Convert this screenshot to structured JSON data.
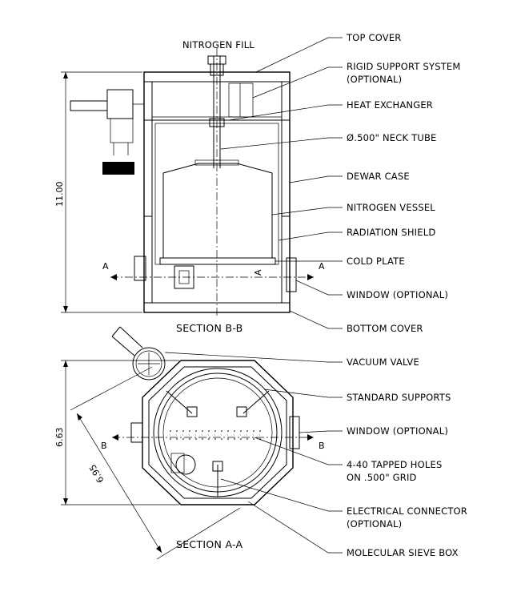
{
  "labels": {
    "nitrogen_fill": "NITROGEN FILL",
    "top_cover": "TOP COVER",
    "rigid_support_1": "RIGID SUPPORT SYSTEM",
    "rigid_support_2": "(OPTIONAL)",
    "heat_exchanger": "HEAT EXCHANGER",
    "neck_tube": "Ø.500\" NECK TUBE",
    "dewar_case": "DEWAR CASE",
    "nitrogen_vessel": "NITROGEN VESSEL",
    "radiation_shield": "RADIATION SHIELD",
    "cold_plate": "COLD PLATE",
    "window_1": "WINDOW (OPTIONAL)",
    "bottom_cover": "BOTTOM COVER",
    "vacuum_valve": "VACUUM VALVE",
    "standard_supports": "STANDARD SUPPORTS",
    "window_2": "WINDOW (OPTIONAL)",
    "tapped_holes_1": "4-40 TAPPED HOLES",
    "tapped_holes_2": "ON .500\" GRID",
    "electrical_connector_1": "ELECTRICAL CONNECTOR",
    "electrical_connector_2": "(OPTIONAL)",
    "molecular_sieve": "MOLECULAR SIEVE BOX"
  },
  "sections": {
    "bb": "SECTION B-B",
    "aa": "SECTION A-A"
  },
  "dimensions": {
    "height": "11.00",
    "width": "6.63",
    "diagonal": "6.95"
  },
  "section_markers": {
    "a": "A",
    "b": "B"
  }
}
